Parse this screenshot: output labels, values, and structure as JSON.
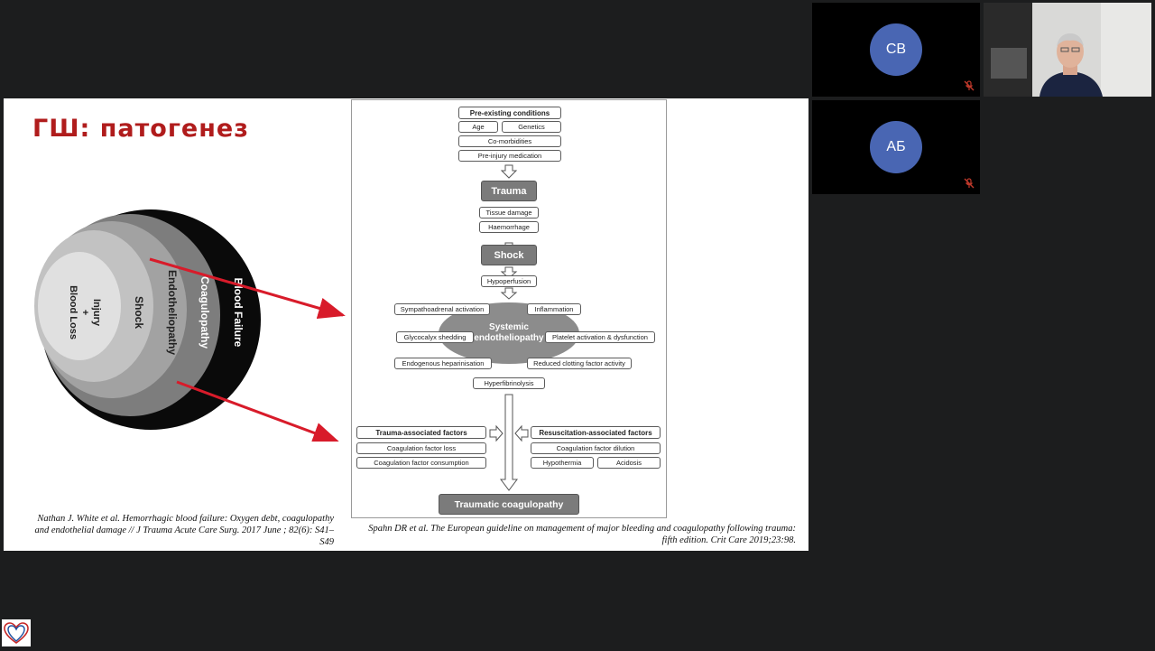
{
  "slide": {
    "title": "ГШ: патогенез",
    "circle_labels": {
      "outer": "Blood Failure",
      "ring3": "Coagulopathy",
      "ring2": "Endotheliopathy",
      "ring1": "Shock",
      "core_line1": "Injury",
      "core_line2": "+",
      "core_line3": "Blood Loss"
    },
    "reference_left": "Nathan J. White et al. Hemorrhagic blood failure: Oxygen debt, coagulopathy and endothelial damage // J Trauma Acute Care Surg. 2017 June ; 82(6): S41–S49",
    "reference_right": "Spahn DR et al. The European guideline on management  of major bleeding and coagulopathy following trauma:  fifth edition. Crit Care 2019;23:98.",
    "colors": {
      "title": "#b01c1c",
      "arrow": "#d81b2a"
    }
  },
  "flow": {
    "preexisting": "Pre-existing conditions",
    "age": "Age",
    "genetics": "Genetics",
    "comorbidities": "Co-morbidities",
    "preinjury": "Pre-injury medication",
    "trauma": "Trauma",
    "tissue_damage": "Tissue damage",
    "haemorrhage": "Haemorrhage",
    "shock": "Shock",
    "hypoperfusion": "Hypoperfusion",
    "sympathoadrenal": "Sympathoadrenal activation",
    "inflammation": "Inflammation",
    "glycocalyx": "Glycocalyx shedding",
    "platelet": "Platelet activation & dysfunction",
    "systemic_line1": "Systemic",
    "systemic_line2": "endotheliopathy",
    "heparinisation": "Endogenous heparinisation",
    "reduced_clotting": "Reduced clotting factor activity",
    "hyperfibrinolysis": "Hyperfibrinolysis",
    "trauma_factors": "Trauma-associated factors",
    "coag_loss": "Coagulation factor loss",
    "coag_consumption": "Coagulation factor consumption",
    "resus_factors": "Resuscitation-associated factors",
    "coag_dilution": "Coagulation factor dilution",
    "hypothermia": "Hypothermia",
    "acidosis": "Acidosis",
    "traumatic_coagulopathy": "Traumatic coagulopathy"
  },
  "participants": [
    {
      "initials": "СВ",
      "muted": true
    },
    {
      "initials": "АБ",
      "muted": true
    },
    {
      "name": "speaker-video",
      "muted": false
    }
  ],
  "colors": {
    "avatar": "#4966b3",
    "background": "#1c1d1e",
    "mic_muted": "#c0392b"
  }
}
